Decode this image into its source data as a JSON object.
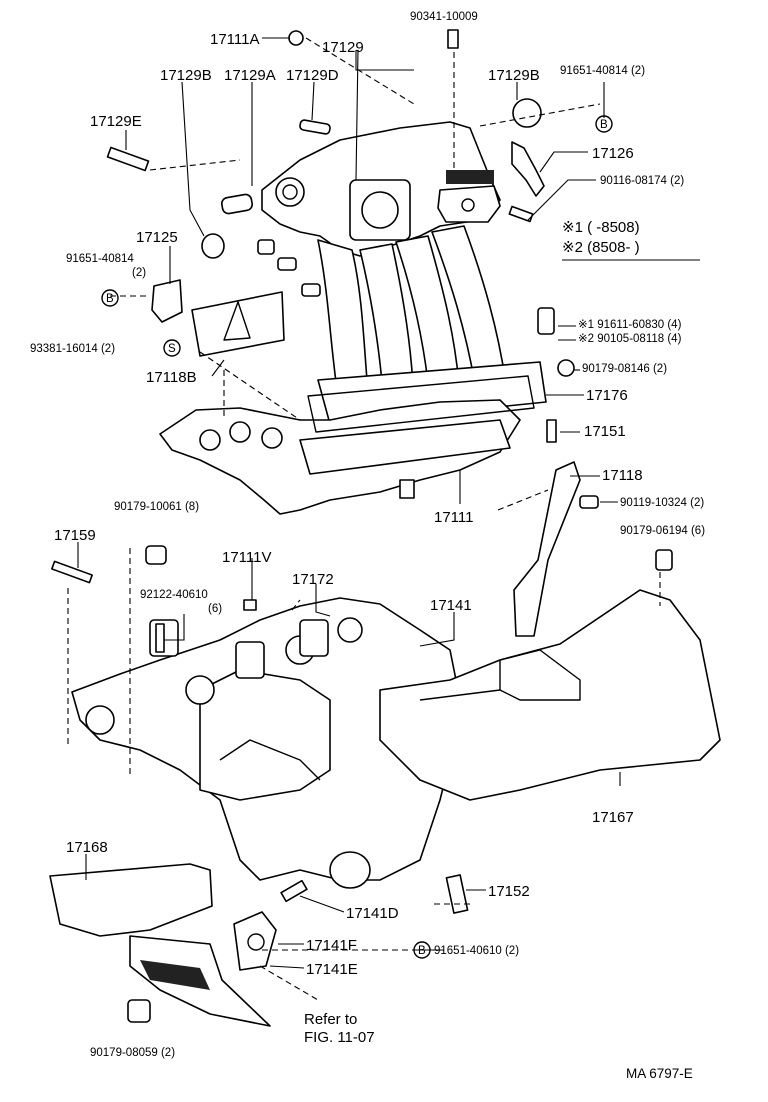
{
  "labels": {
    "p90341_10009": "90341-10009",
    "p17111A": "17111A",
    "p17129": "17129",
    "p17129B_left": "17129B",
    "p17129A": "17129A",
    "p17129D": "17129D",
    "p17129B_right": "17129B",
    "p91651_40814_top": "91651-40814 (2)",
    "p17129E": "17129E",
    "p17126": "17126",
    "p90116_08174": "90116-08174 (2)",
    "p17125": "17125",
    "p91651_40814_left_a": "91651-40814",
    "p91651_40814_left_b": "(2)",
    "p93381_16014": "93381-16014 (2)",
    "p17118B": "17118B",
    "p91611_60830": "※1 91611-60830 (4)",
    "p90105_08118": "※2 90105-08118 (4)",
    "p90179_08146": "90179-08146 (2)",
    "p17176": "17176",
    "p17151": "17151",
    "p17118": "17118",
    "p90119_10324": "90119-10324 (2)",
    "p17111": "17111",
    "p90179_10061": "90179-10061 (8)",
    "p90179_06194": "90179-06194 (6)",
    "p17159": "17159",
    "p17111V": "17111V",
    "p17172": "17172",
    "p17141": "17141",
    "p92122_40610_a": "92122-40610",
    "p92122_40610_b": "(6)",
    "p17167": "17167",
    "p17168": "17168",
    "p17152": "17152",
    "p17141D": "17141D",
    "p17141F": "17141F",
    "p17141E": "17141E",
    "p91651_40610": "91651-40610 (2)",
    "refer_a": "Refer to",
    "refer_b": "FIG. 11-07",
    "p90179_08059": "90179-08059 (2)",
    "code": "MA  6797-E"
  },
  "legend": {
    "row1": "※1 (        -8508)",
    "row2": "※2 (8508-        )"
  },
  "symbols": {
    "b": "B",
    "s": "S"
  }
}
